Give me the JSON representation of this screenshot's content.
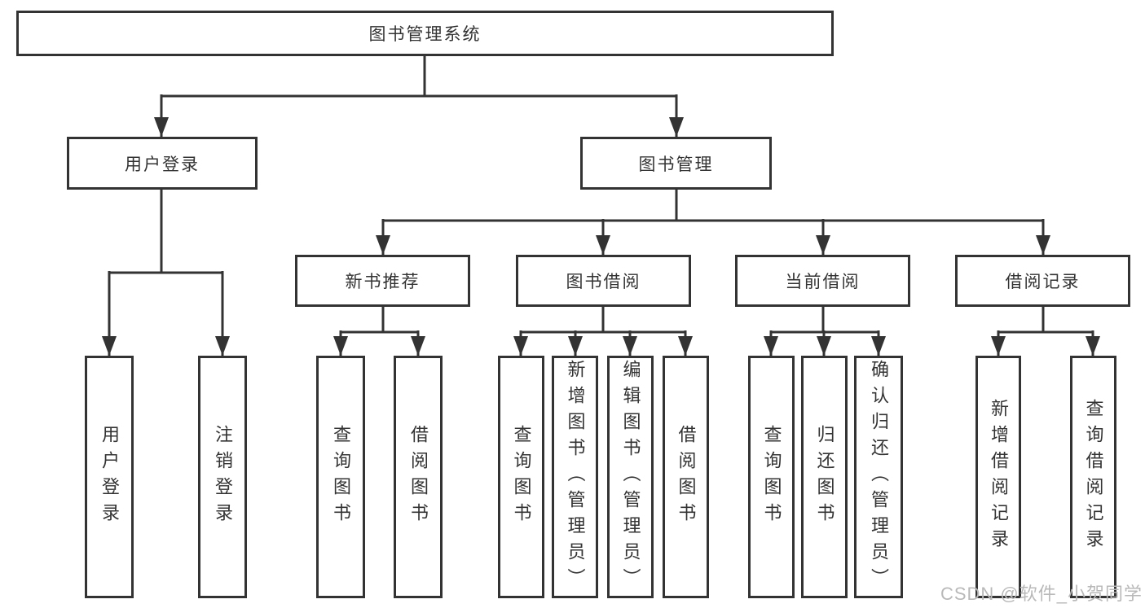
{
  "diagram": {
    "type": "hierarchy-tree",
    "root": {
      "label": "图书管理系统"
    },
    "level2": [
      {
        "label": "用户登录"
      },
      {
        "label": "图书管理"
      }
    ],
    "level3": [
      {
        "label": "新书推荐",
        "parent": "图书管理"
      },
      {
        "label": "图书借阅",
        "parent": "图书管理"
      },
      {
        "label": "当前借阅",
        "parent": "图书管理"
      },
      {
        "label": "借阅记录",
        "parent": "图书管理"
      }
    ],
    "leaves": [
      {
        "label": "用户登录",
        "parent": "用户登录"
      },
      {
        "label": "注销登录",
        "parent": "用户登录"
      },
      {
        "label": "查询图书",
        "parent": "新书推荐"
      },
      {
        "label": "借阅图书",
        "parent": "新书推荐"
      },
      {
        "label": "查询图书",
        "parent": "图书借阅"
      },
      {
        "label": "新增图书（管理员）",
        "parent": "图书借阅"
      },
      {
        "label": "编辑图书（管理员）",
        "parent": "图书借阅"
      },
      {
        "label": "借阅图书",
        "parent": "图书借阅"
      },
      {
        "label": "查询图书",
        "parent": "当前借阅"
      },
      {
        "label": "归还图书",
        "parent": "当前借阅"
      },
      {
        "label": "确认归还（管理员）",
        "parent": "当前借阅"
      },
      {
        "label": "新增借阅记录",
        "parent": "借阅记录"
      },
      {
        "label": "查询借阅记录",
        "parent": "借阅记录"
      }
    ]
  },
  "watermark": {
    "text": "CSDN @软件_小贺同学"
  },
  "colors": {
    "line": "#333333",
    "text": "#333333",
    "box_background": "#ffffff",
    "page_background": "#ffffff",
    "watermark": "#b9b9b9"
  }
}
